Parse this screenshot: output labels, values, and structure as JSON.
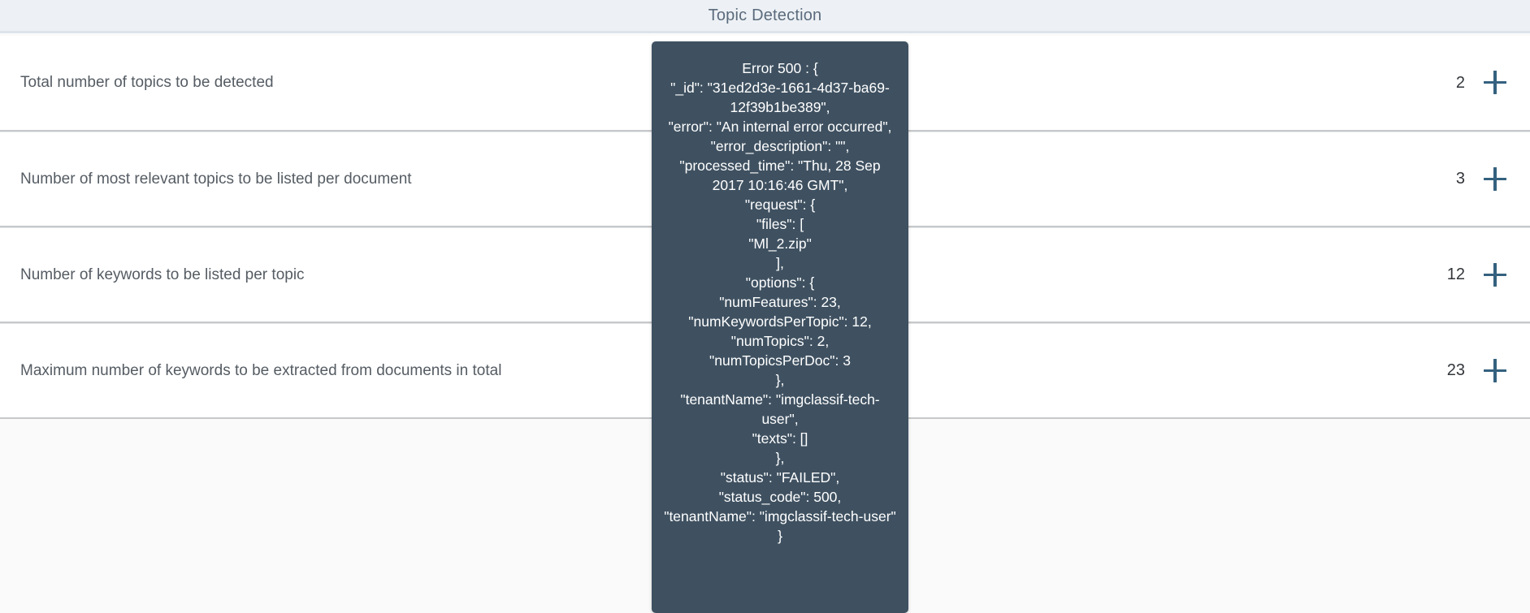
{
  "header": {
    "title": "Topic Detection",
    "background_color": "#edf1f5",
    "text_color": "#5b6b7c"
  },
  "theme": {
    "accent_color": "#34617f",
    "tooltip_background": "#3f5161",
    "tooltip_text_color": "#ffffff",
    "row_background": "#ffffff",
    "page_background": "#fafafa",
    "divider_strong": "#c6c8ca",
    "divider_soft": "#e4e6e8"
  },
  "settings": {
    "rows": [
      {
        "label": "Total number of topics to be detected",
        "value": "2",
        "increment_icon": "plus-icon"
      },
      {
        "label": "Number of most relevant topics to be listed per document",
        "value": "3",
        "increment_icon": "plus-icon"
      },
      {
        "label": "Number of keywords to be listed per topic",
        "value": "12",
        "increment_icon": "plus-icon"
      },
      {
        "label": "Maximum number of keywords to be extracted from documents in total",
        "value": "23",
        "increment_icon": "plus-icon"
      }
    ]
  },
  "error_tooltip": {
    "visible": true,
    "text": "Error 500 : {\n\"_id\": \"31ed2d3e-1661-4d37-ba69-12f39b1be389\",\n\"error\": \"An internal error occurred\",\n\"error_description\": \"\",\n\"processed_time\": \"Thu, 28 Sep 2017 10:16:46 GMT\",\n\"request\": {\n\"files\": [\n\"Ml_2.zip\"\n],\n\"options\": {\n\"numFeatures\": 23,\n\"numKeywordsPerTopic\": 12,\n\"numTopics\": 2,\n\"numTopicsPerDoc\": 3\n},\n\"tenantName\": \"imgclassif-tech-user\",\n\"texts\": []\n},\n\"status\": \"FAILED\",\n\"status_code\": 500,\n\"tenantName\": \"imgclassif-tech-user\"\n}",
    "status_code": "500",
    "id": "31ed2d3e-1661-4d37-ba69-12f39b1be389",
    "error_message": "An internal error occurred",
    "error_description": "",
    "processed_time": "Thu, 28 Sep 2017 10:16:46 GMT",
    "file": "Ml_2.zip",
    "num_features": "23",
    "num_keywords_per_topic": "12",
    "num_topics": "2",
    "num_topics_per_doc": "3",
    "tenant_name": "imgclassif-tech-user",
    "status": "FAILED"
  }
}
